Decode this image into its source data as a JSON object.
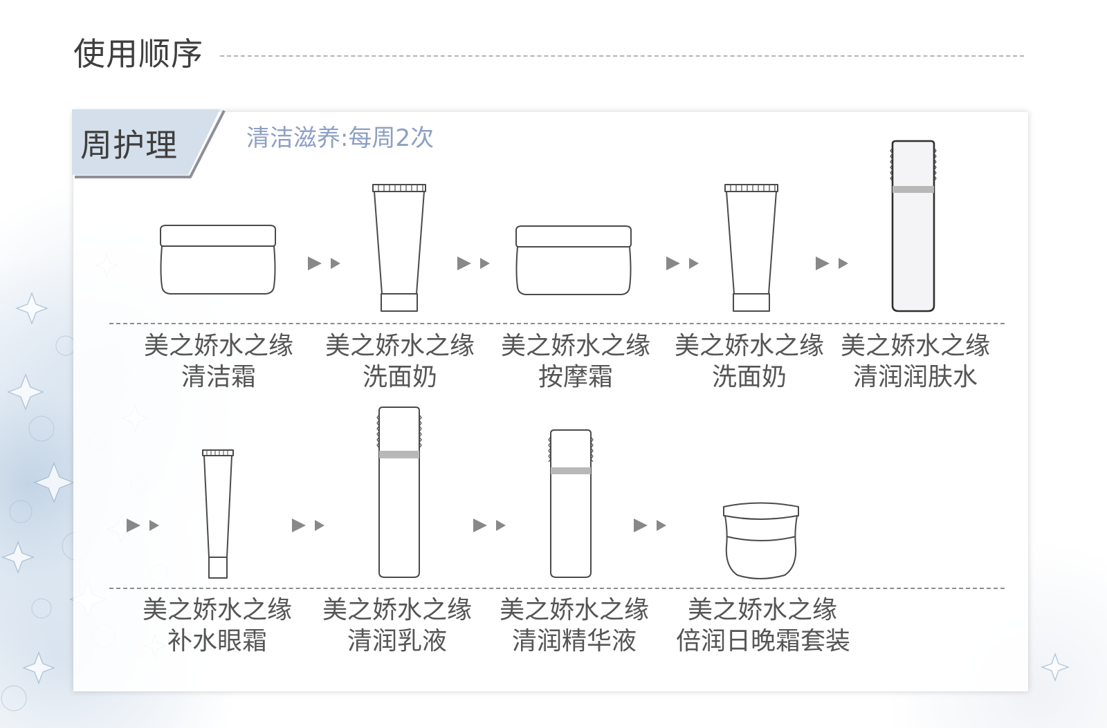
{
  "header": {
    "title": "使用顺序"
  },
  "section": {
    "tab_label": "周护理",
    "subtitle": "清洁滋养:每周2次"
  },
  "steps_row1": [
    {
      "brand": "美之娇水之缘",
      "product": "清洁霜",
      "icon": "cream-jar-icon"
    },
    {
      "brand": "美之娇水之缘",
      "product": "洗面奶",
      "icon": "squeeze-tube-icon"
    },
    {
      "brand": "美之娇水之缘",
      "product": "按摩霜",
      "icon": "cream-jar-icon"
    },
    {
      "brand": "美之娇水之缘",
      "product": "洗面奶",
      "icon": "squeeze-tube-icon"
    },
    {
      "brand": "美之娇水之缘",
      "product": "清润润肤水",
      "icon": "tall-bottle-icon"
    }
  ],
  "steps_row2": [
    {
      "brand": "美之娇水之缘",
      "product": "补水眼霜",
      "icon": "slim-tube-icon"
    },
    {
      "brand": "美之娇水之缘",
      "product": "清润乳液",
      "icon": "tall-bottle-icon"
    },
    {
      "brand": "美之娇水之缘",
      "product": "清润精华液",
      "icon": "serum-bottle-icon"
    },
    {
      "brand": "美之娇水之缘",
      "product": "倍润日晚霜套装",
      "icon": "day-night-cream-jar-icon"
    }
  ],
  "colors": {
    "title_text": "#3e3e3e",
    "subtitle_text": "#8d9fc3",
    "label_text": "#555555",
    "tab_fill": "#d4dfeb",
    "tab_edge": "#8f8f98",
    "bottle_band": "#b8b8b8",
    "arrow": "#888888"
  }
}
